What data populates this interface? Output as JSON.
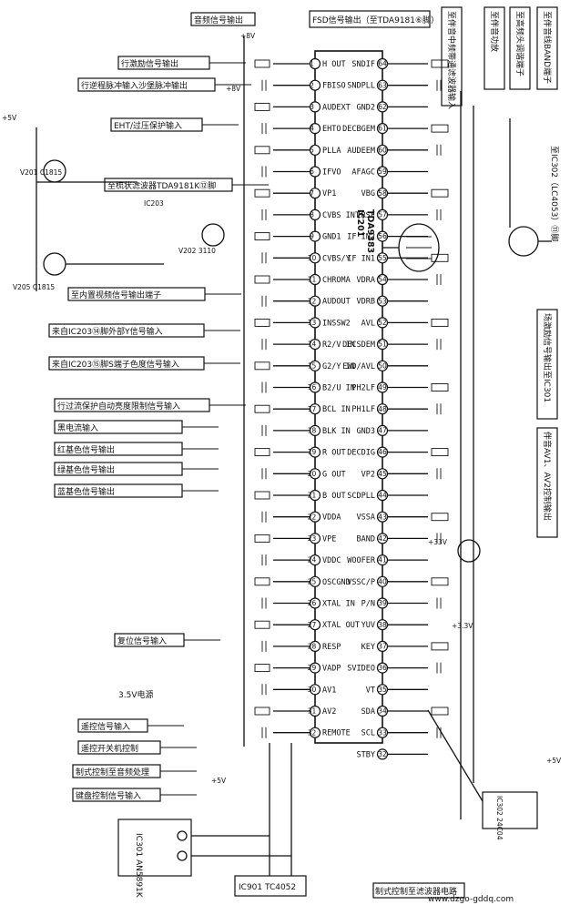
{
  "ic_main": {
    "ref": "IC201",
    "part": "TDA9383"
  },
  "left_pins": [
    {
      "num": "1",
      "name": "H OUT"
    },
    {
      "num": "2",
      "name": "FBISO"
    },
    {
      "num": "3",
      "name": "AUDEXT"
    },
    {
      "num": "4",
      "name": "EHTO"
    },
    {
      "num": "5",
      "name": "PLLA"
    },
    {
      "num": "6",
      "name": "IFVO"
    },
    {
      "num": "7",
      "name": "VP1"
    },
    {
      "num": "8",
      "name": "CVBS INT"
    },
    {
      "num": "9",
      "name": "GND1"
    },
    {
      "num": "10",
      "name": "CVBS/Y"
    },
    {
      "num": "11",
      "name": "CHROMA"
    },
    {
      "num": "12",
      "name": "AUDOUT"
    },
    {
      "num": "13",
      "name": "INSSW2"
    },
    {
      "num": "14",
      "name": "R2/V IN"
    },
    {
      "num": "15",
      "name": "G2/Y IN"
    },
    {
      "num": "16",
      "name": "B2/U IN"
    },
    {
      "num": "17",
      "name": "BCL IN"
    },
    {
      "num": "18",
      "name": "BLK IN"
    },
    {
      "num": "19",
      "name": "R OUT"
    },
    {
      "num": "20",
      "name": "G OUT"
    },
    {
      "num": "21",
      "name": "B OUT"
    },
    {
      "num": "22",
      "name": "VDDA"
    },
    {
      "num": "23",
      "name": "VPE"
    },
    {
      "num": "24",
      "name": "VDDC"
    },
    {
      "num": "25",
      "name": "OSCGND"
    },
    {
      "num": "26",
      "name": "XTAL IN"
    },
    {
      "num": "27",
      "name": "XTAL OUT"
    },
    {
      "num": "28",
      "name": "RESP"
    },
    {
      "num": "29",
      "name": "VADP"
    },
    {
      "num": "30",
      "name": "AV1"
    },
    {
      "num": "31",
      "name": "AV2"
    },
    {
      "num": "32",
      "name": "REMOTE"
    }
  ],
  "right_pins": [
    {
      "num": "64",
      "name": "SNDIF"
    },
    {
      "num": "63",
      "name": "SNDPLL"
    },
    {
      "num": "62",
      "name": "GND2"
    },
    {
      "num": "61",
      "name": "DECBGEM"
    },
    {
      "num": "60",
      "name": "AUDEEM"
    },
    {
      "num": "59",
      "name": "AFAGC"
    },
    {
      "num": "58",
      "name": "VBG"
    },
    {
      "num": "57",
      "name": "IRSF"
    },
    {
      "num": "56",
      "name": "IF IN2"
    },
    {
      "num": "55",
      "name": "IF IN1"
    },
    {
      "num": "54",
      "name": "VDRA"
    },
    {
      "num": "53",
      "name": "VDRB"
    },
    {
      "num": "52",
      "name": "AVL"
    },
    {
      "num": "51",
      "name": "DECSDEM"
    },
    {
      "num": "50",
      "name": "EWD/AVL"
    },
    {
      "num": "49",
      "name": "PH2LF"
    },
    {
      "num": "48",
      "name": "PH1LF"
    },
    {
      "num": "47",
      "name": "GND3"
    },
    {
      "num": "46",
      "name": "DECDIG"
    },
    {
      "num": "45",
      "name": "VP2"
    },
    {
      "num": "44",
      "name": "SCDPLL"
    },
    {
      "num": "43",
      "name": "VSSA"
    },
    {
      "num": "42",
      "name": "BAND"
    },
    {
      "num": "41",
      "name": "WOOFER"
    },
    {
      "num": "40",
      "name": "VSSC/P"
    },
    {
      "num": "39",
      "name": "P/N"
    },
    {
      "num": "38",
      "name": "YUV"
    },
    {
      "num": "37",
      "name": "KEY"
    },
    {
      "num": "36",
      "name": "SVIDEO"
    },
    {
      "num": "35",
      "name": "VT"
    },
    {
      "num": "34",
      "name": "SDA"
    },
    {
      "num": "33",
      "name": "SCL"
    },
    {
      "num": "32b",
      "name": "STBY"
    }
  ],
  "boxes_left": [
    "行激励信号输出",
    "行逆程脉冲输入沙堡脉冲输出",
    "EHT/过压保护输入",
    "至梳状滤波器TDA9181K⑫脚",
    "至内置视频信号输出端子",
    "来自IC203⑭脚外部Y信号输入",
    "来自IC203⑮脚S端子色度信号输入",
    "行过流保护自动亮度限制信号输入",
    "黑电流输入",
    "红基色信号输出",
    "绿基色信号输出",
    "蓝基色信号输出",
    "复位信号输入",
    "遥控信号输入",
    "遥控开关机控制",
    "制式控制至音频处理",
    "键盘控制信号输入"
  ],
  "boxes_top": [
    "音频信号输出",
    "FSD信号输出（至TDA9181⑥脚）"
  ],
  "boxes_right_vertical": [
    "至伴音中频带通滤波器输入",
    "至伴音功放",
    "至高频头调谐端子",
    "至伴音线BAND端子"
  ],
  "right_side_labels": [
    "至IC302（LC4053）⑪脚",
    "场激励信号输出至IC301",
    "伴音AV1、AV2控制输出"
  ],
  "bottom_labels": [
    "制式控制至滤波器电路",
    "www.dzgo-gddq.com"
  ],
  "misc_labels": [
    "3.5V电源",
    "IC203",
    "IC301 AN5891K",
    "IC901 TC4052",
    "IC302 24C04",
    "V201 C1815",
    "V202 3110",
    "V205 C1815"
  ],
  "supply_labels": [
    "+8V",
    "+5V",
    "+5V",
    "+8V",
    "+3.3V",
    "+33V",
    "+5V"
  ]
}
